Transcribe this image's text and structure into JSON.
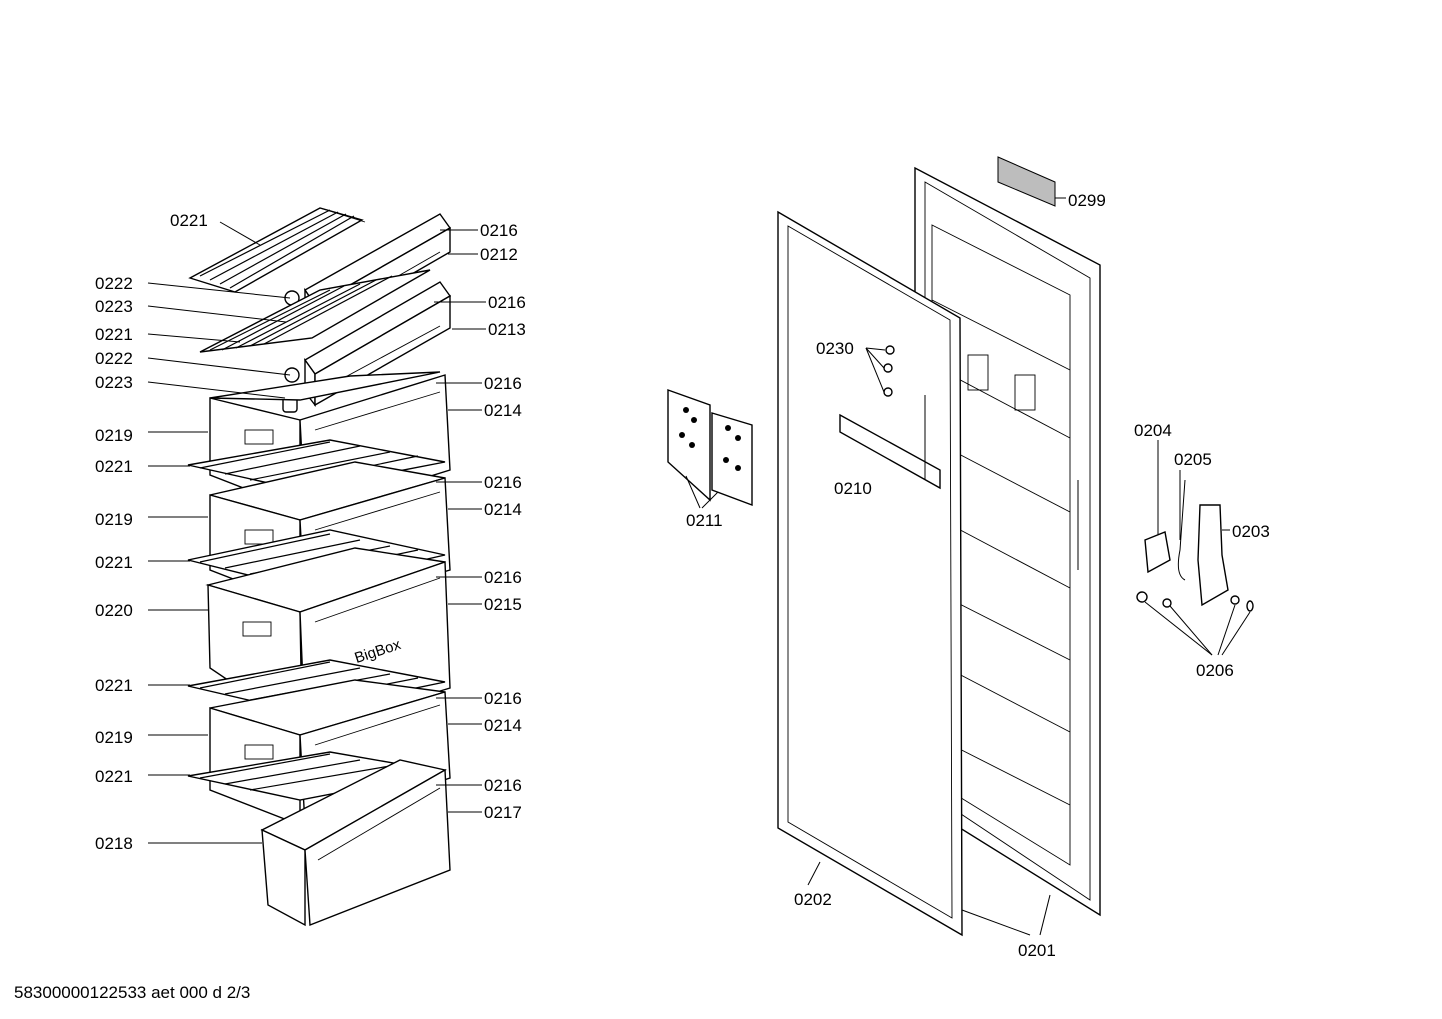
{
  "footer": "58300000122533 aet 000 d 2/3",
  "drawer_text": "BigBox",
  "labels": [
    {
      "text": "0221"
    },
    {
      "text": "0216"
    },
    {
      "text": "0212"
    },
    {
      "text": "0222"
    },
    {
      "text": "0223"
    },
    {
      "text": "0216"
    },
    {
      "text": "0221"
    },
    {
      "text": "0213"
    },
    {
      "text": "0222"
    },
    {
      "text": "0216"
    },
    {
      "text": "0223"
    },
    {
      "text": "0214"
    },
    {
      "text": "0219"
    },
    {
      "text": "0221"
    },
    {
      "text": "0216"
    },
    {
      "text": "0219"
    },
    {
      "text": "0214"
    },
    {
      "text": "0221"
    },
    {
      "text": "0216"
    },
    {
      "text": "0220"
    },
    {
      "text": "0215"
    },
    {
      "text": "0221"
    },
    {
      "text": "0216"
    },
    {
      "text": "0219"
    },
    {
      "text": "0214"
    },
    {
      "text": "0221"
    },
    {
      "text": "0216"
    },
    {
      "text": "0217"
    },
    {
      "text": "0218"
    },
    {
      "text": "0299"
    },
    {
      "text": "0230"
    },
    {
      "text": "0210"
    },
    {
      "text": "0211"
    },
    {
      "text": "0204"
    },
    {
      "text": "0205"
    },
    {
      "text": "0203"
    },
    {
      "text": "0206"
    },
    {
      "text": "0202"
    },
    {
      "text": "0201"
    }
  ]
}
